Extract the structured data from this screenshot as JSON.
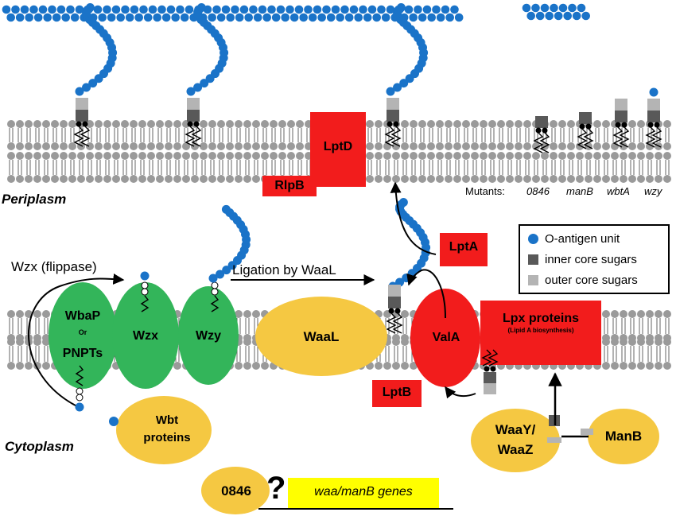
{
  "compartments": {
    "periplasm": "Periplasm",
    "cytoplasm": "Cytoplasm"
  },
  "proteins": {
    "lptd": "LptD",
    "rlpb": "RlpB",
    "lpta": "LptA",
    "lptb": "LptB",
    "wbap": "WbaP",
    "or": "Or",
    "pnpts": "PNPTs",
    "wzx": "Wzx",
    "wzy": "Wzy",
    "waal": "WaaL",
    "vala": "ValA",
    "lpx": "Lpx proteins",
    "lpx_sub": "(Lipid A biosynthesis)",
    "wbt_1": "Wbt",
    "wbt_2": "proteins",
    "waay_1": "WaaY/",
    "waay_2": "WaaZ",
    "manb": "ManB",
    "p0846": "0846"
  },
  "annotations": {
    "flippase": "Wzx (flippase)",
    "ligation": "Ligation by WaaL",
    "question": "?",
    "genes": "waa/manB genes"
  },
  "mutants": {
    "label": "Mutants:",
    "m1": "0846",
    "m2": "manB",
    "m3": "wbtA",
    "m4": "wzy"
  },
  "legend": {
    "o_antigen": "O-antigen unit",
    "inner_core": "inner core sugars",
    "outer_core": "outer core sugars"
  },
  "colors": {
    "o_antigen": "#1a73c8",
    "inner_core": "#595959",
    "outer_core": "#b4b4b4",
    "lpt_red": "#f21c1c",
    "green": "#33b55a",
    "yellow_protein": "#f5c842",
    "gene_box": "#ffff00",
    "lipid_head": "#9a9a9a"
  }
}
